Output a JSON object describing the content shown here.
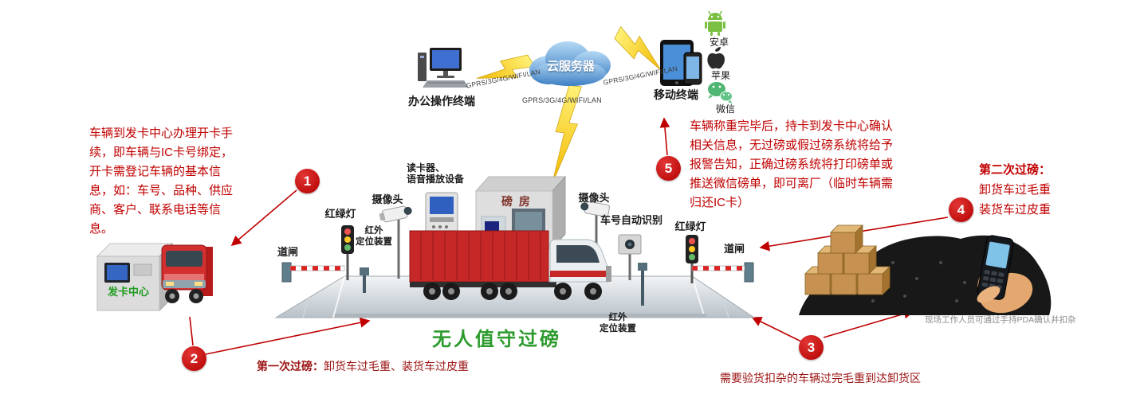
{
  "colors": {
    "accent_red": "#c00000",
    "dark_red": "#9b1212",
    "green": "#2e9b2e",
    "cloud_blue": "#4a90d9",
    "lightning_yellow": "#f5c518"
  },
  "top": {
    "office_terminal_label": "办公操作终端",
    "cloud_label": "云服务器",
    "mobile_terminal_label": "移动终端",
    "link_label_left": "GPRS/3G/4G/WIFI/LAN",
    "link_label_center": "GPRS/3G/4G/WIFI/LAN",
    "link_label_right": "GPRS/3G/4G/WIFI/LAN",
    "platforms": [
      {
        "icon": "android-icon",
        "label": "安卓"
      },
      {
        "icon": "apple-icon",
        "label": "苹果"
      },
      {
        "icon": "wechat-icon",
        "label": "微信"
      }
    ]
  },
  "steps": {
    "s1": {
      "num": "1",
      "text": "车辆到发卡中心办理开卡手续，即车辆与IC卡号绑定，开卡需登记车辆的基本信息，如：车号、品种、供应商、客户、联系电话等信息。"
    },
    "s2": {
      "num": "2",
      "title": "第一次过磅：",
      "text": "卸货车过毛重、装货车过皮重"
    },
    "s3": {
      "num": "3",
      "text": "需要验货扣杂的车辆过完毛重到达卸货区"
    },
    "s4": {
      "num": "4",
      "title": "第二次过磅：",
      "line1": "卸货车过毛重",
      "line2": "装货车过皮重"
    },
    "s5": {
      "num": "5",
      "text": "车辆称重完毕后，持卡到发卡中心确认相关信息，无过磅或假过磅系统将给予报警告知，正确过磅系统将打印磅单或推送微信磅单，即可离厂（临时车辆需归还IC卡）"
    }
  },
  "scene": {
    "card_center_label": "发卡中心",
    "barrier_left_label": "道闸",
    "traffic_light_left_label": "红绿灯",
    "camera_left_label": "摄像头",
    "infrared_left_label": "红外\n定位装置",
    "card_reader_label": "读卡器、\n语音播放设备",
    "weigh_house_label": "磅 房",
    "camera_right_label": "摄像头",
    "plate_recognition_label": "车号自动识别",
    "traffic_light_right_label": "红绿灯",
    "barrier_right_label": "道闸",
    "infrared_right_label": "红外\n定位装置",
    "title": "无人值守过磅",
    "pda_caption": "现场工作人员可通过手持PDA确认并扣杂"
  }
}
